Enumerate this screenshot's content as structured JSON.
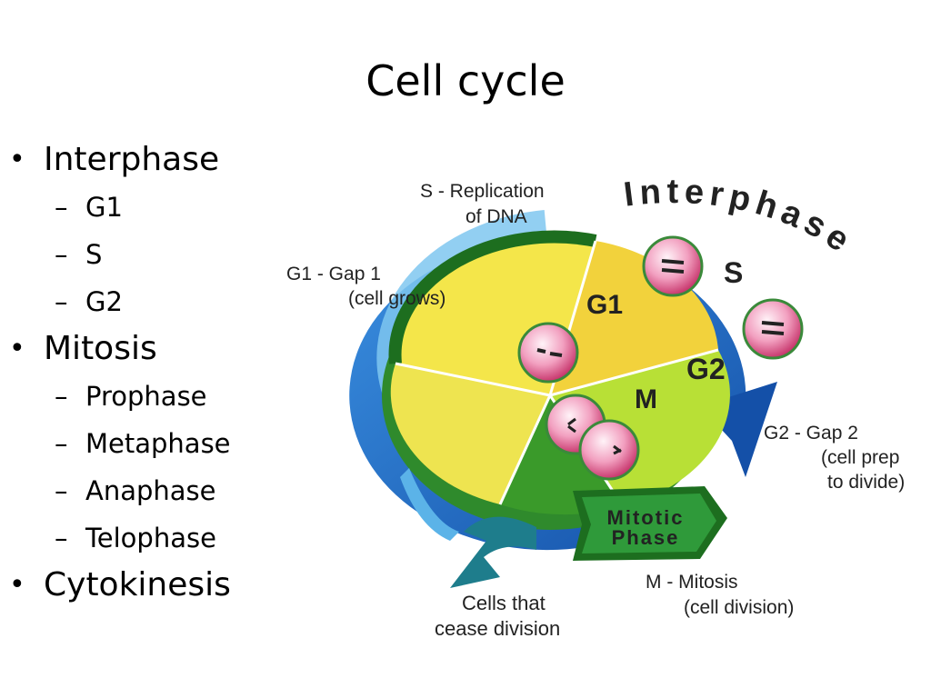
{
  "title": "Cell cycle",
  "bullets": [
    {
      "label": "Interphase",
      "children": [
        "G1",
        "S",
        "G2"
      ]
    },
    {
      "label": "Mitosis",
      "children": [
        "Prophase",
        "Metaphase",
        "Anaphase",
        "Telophase"
      ]
    },
    {
      "label": "Cytokinesis",
      "children": []
    }
  ],
  "diagram": {
    "ring_label": "Interphase",
    "sectors": {
      "g1": "G1",
      "s": "S",
      "g2": "G2",
      "m": "M"
    },
    "mitotic_label": [
      "Mitotic",
      "Phase"
    ],
    "callouts": {
      "s": [
        "S - Replication",
        "of DNA"
      ],
      "g1": [
        "G1 - Gap 1",
        "(cell grows)"
      ],
      "g2": [
        "G2 - Gap 2",
        "(cell prep",
        "to divide)"
      ],
      "m": [
        "M - Mitosis",
        "(cell division)"
      ],
      "cease": [
        "Cells that",
        "cease division"
      ]
    },
    "colors": {
      "ring_blue": "#1f6fc9",
      "light_blue": "#5bb3e8",
      "yellow": "#f4e64a",
      "lime": "#b8e036",
      "green": "#3a9a2a",
      "dark_green": "#1d6e1f",
      "teal": "#1e7d8c",
      "cell_pink": "#e8709a"
    }
  }
}
